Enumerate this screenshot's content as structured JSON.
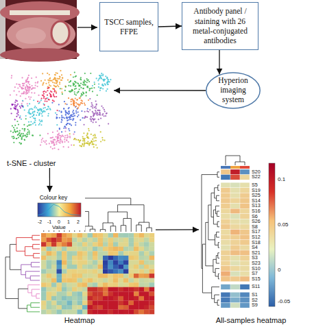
{
  "diagram": {
    "nodes": [
      {
        "text": [
          "TSCC samples, FFPE"
        ]
      },
      {
        "text": [
          "Antibody panel / staining with 26 metal-conjugated antibodies"
        ]
      },
      {
        "text": [
          "Hyperion imaging system"
        ]
      },
      {
        "text": [
          "t-SNE - cluster"
        ]
      },
      {
        "text": [
          "Heatmap"
        ]
      },
      {
        "text": [
          "All-samples heatmap"
        ]
      }
    ],
    "edges": [
      {
        "from": 0,
        "to": 1,
        "arrow": "to"
      },
      {
        "from": 1,
        "to": 2,
        "arrow": "to"
      },
      {
        "from": 2,
        "to": 3,
        "arrow": "to"
      },
      {
        "from": 3,
        "to": 4,
        "arrow": "to"
      },
      {
        "from": 4,
        "to": 5,
        "arrow": "to"
      }
    ],
    "labels": [
      "Colour key",
      "Value",
      "-2",
      "-1",
      "0",
      "1",
      "2",
      "S20",
      "S22",
      "S5",
      "S19",
      "S25",
      "S14",
      "S13",
      "S16",
      "S6",
      "S26",
      "S8",
      "S17",
      "S12",
      "S18",
      "S4",
      "S21",
      "S3",
      "S23",
      "S10",
      "S7",
      "S15",
      "S11",
      "S1",
      "S2",
      "S9",
      "0.1",
      "0.05",
      "0",
      "-0.05"
    ]
  }
}
